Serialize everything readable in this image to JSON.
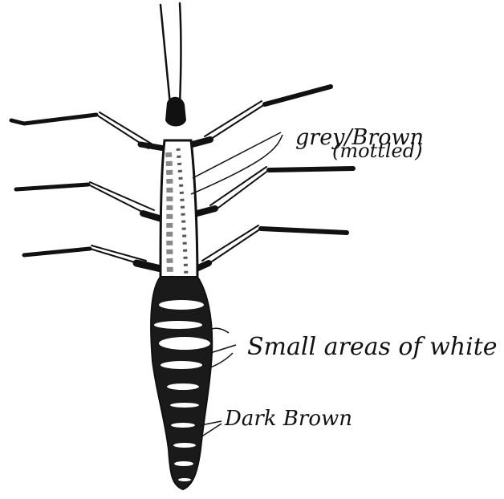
{
  "labels": {
    "grey_brown": "grey/Brown",
    "mottled": "(mottled)",
    "small_white": "Small areas of white",
    "dark_brown": "Dark Brown"
  },
  "colors": {
    "ink": "#111111",
    "paper": "#ffffff",
    "mottle": "#9a9a9a"
  }
}
